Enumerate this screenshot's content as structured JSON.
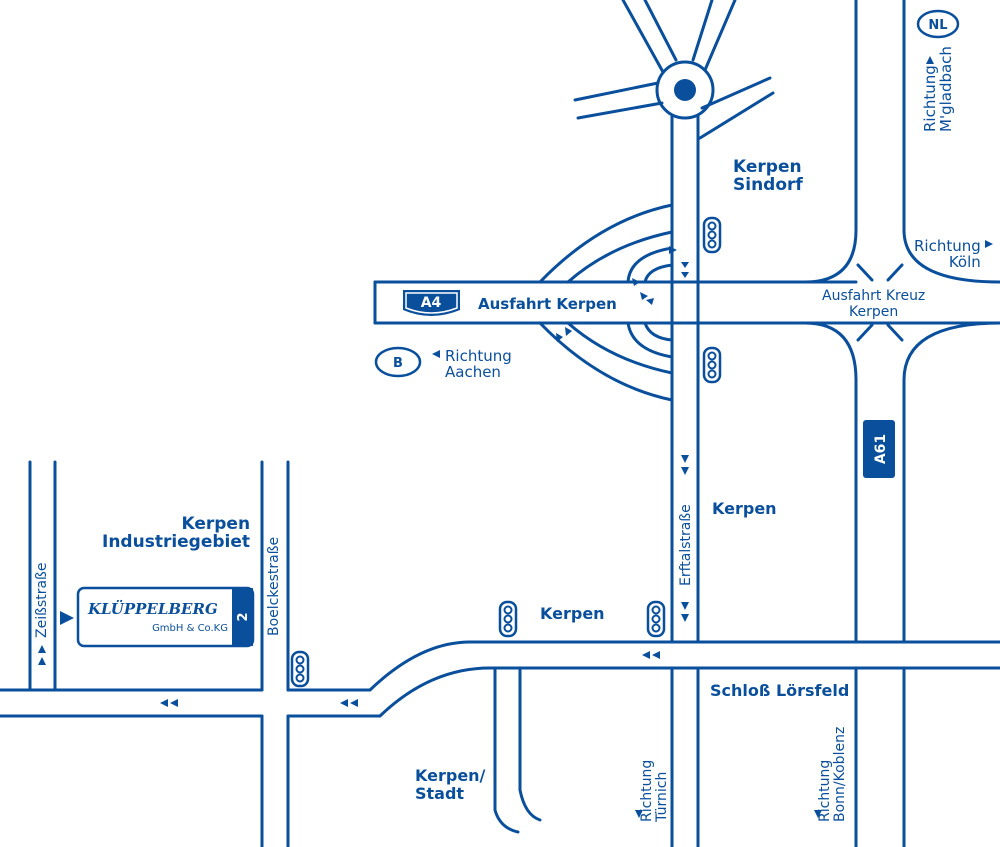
{
  "colors": {
    "road": "#0a4f9c",
    "background": "#ffffff"
  },
  "places": {
    "kerpen_sindorf": [
      "Kerpen",
      "Sindorf"
    ],
    "kerpen_center": "Kerpen",
    "kerpen_south": "Kerpen",
    "industriegebiet": [
      "Kerpen",
      "Industriegebiet"
    ],
    "kerpen_stadt": [
      "Kerpen/",
      "Stadt"
    ],
    "schloss": "Schloß Lörsfeld"
  },
  "streets": {
    "erftalstrasse": "Erftalstraße",
    "boelckestrasse": "Boelckestraße",
    "zeissstrasse": "Zeißstraße"
  },
  "highways": {
    "a4": "A4",
    "a61": "A61",
    "exit_kerpen": "Ausfahrt Kerpen",
    "exit_kreuz": [
      "Ausfahrt Kreuz",
      "Kerpen"
    ]
  },
  "directions": {
    "nl_badge": "NL",
    "b_badge": "B",
    "mgladbach": [
      "Richtung",
      "M'gladbach"
    ],
    "koeln": [
      "Richtung",
      "Köln"
    ],
    "aachen": [
      "Richtung",
      "Aachen"
    ],
    "tuernich": [
      "Richtung",
      "Türnich"
    ],
    "bonn": [
      "Richtung",
      "Bonn/Koblenz"
    ]
  },
  "company": {
    "name": "KLÜPPELBERG",
    "legal": "GmbH & Co.KG",
    "number": "2"
  },
  "icons": {
    "traffic_light": "traffic-light-icon",
    "arrow": "direction-arrow-icon",
    "roundabout": "roundabout-icon"
  }
}
